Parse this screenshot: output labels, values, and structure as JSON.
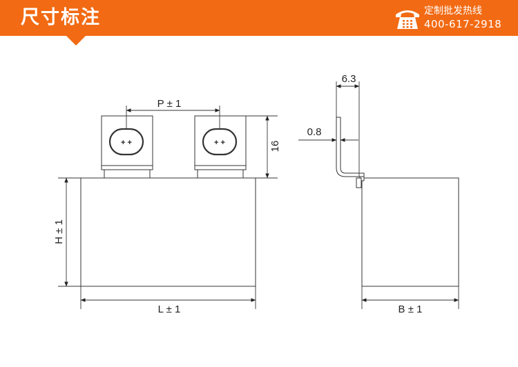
{
  "header": {
    "title": "尺寸标注",
    "hotline_label": "定制批发热线",
    "hotline_number": "400-617-2918",
    "color": "#f26a13",
    "icon": "phone-icon"
  },
  "drawing": {
    "dim_pitch": "P ± 1",
    "dim_terminal_height": "16",
    "dim_body_height": "H ± 1",
    "dim_length": "L ± 1",
    "dim_tab_width": "6.3",
    "dim_tab_thickness": "0.8",
    "dim_depth": "B ± 1",
    "hole_mark_left": "+ +",
    "hole_mark_right": "+ +"
  }
}
